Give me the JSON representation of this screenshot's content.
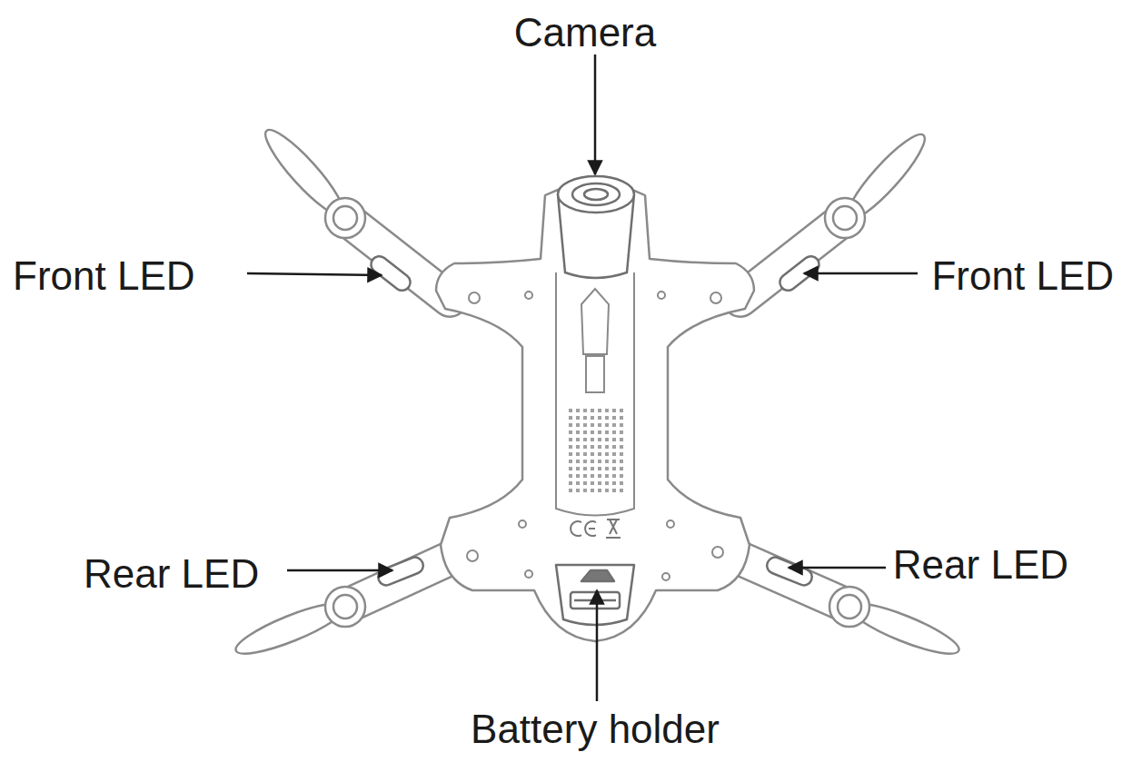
{
  "diagram": {
    "labels": [
      "Camera",
      "Front LED",
      "Front LED",
      "Rear LED",
      "Rear LED",
      "Battery holder"
    ]
  }
}
